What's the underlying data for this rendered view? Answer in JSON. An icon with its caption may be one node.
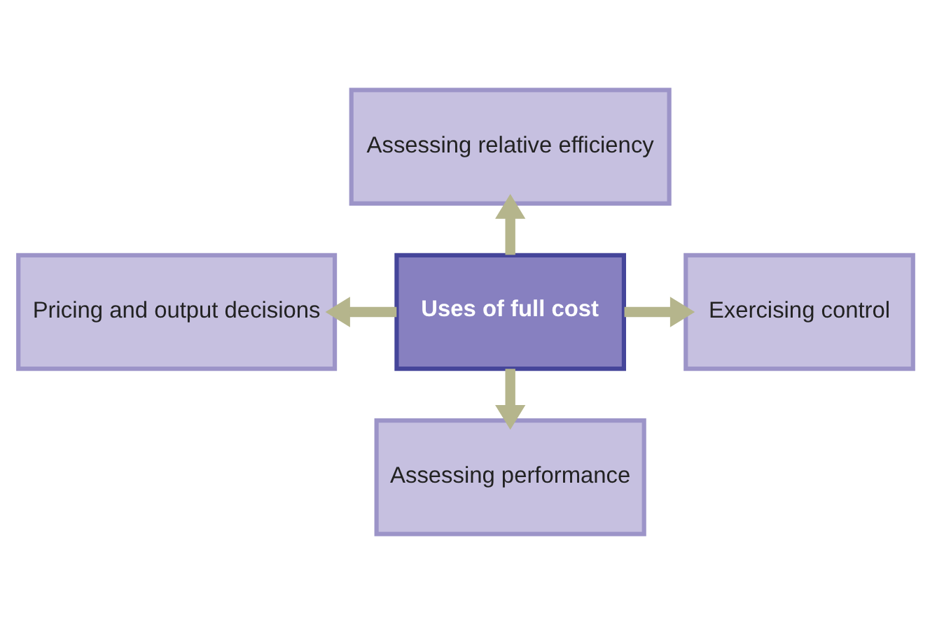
{
  "diagram": {
    "nodes": [
      {
        "text": [
          "Assessing relative efficiency"
        ]
      },
      {
        "text": [
          "Pricing and output decisions"
        ]
      },
      {
        "text": [
          "Uses of full cost"
        ]
      },
      {
        "text": [
          "Exercising control"
        ]
      },
      {
        "text": [
          "Assessing performance"
        ]
      }
    ],
    "edges": [
      {
        "from": 2,
        "to": 0,
        "arrow": "to"
      },
      {
        "from": 2,
        "to": 1,
        "arrow": "to"
      },
      {
        "from": 2,
        "to": 3,
        "arrow": "to"
      },
      {
        "from": 2,
        "to": 4,
        "arrow": "to"
      }
    ]
  }
}
